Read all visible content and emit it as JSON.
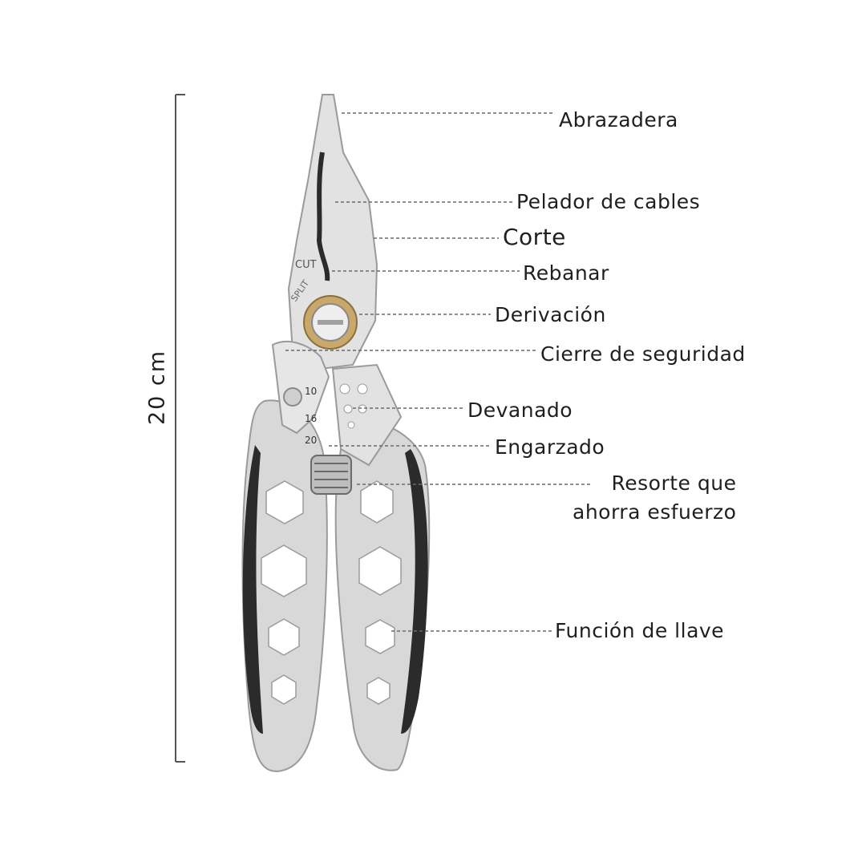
{
  "dimension": {
    "label": "20 cm"
  },
  "stamps": {
    "cut": "CUT",
    "split": "SPLIT",
    "gauges": [
      "10",
      "16",
      "20"
    ]
  },
  "callouts": [
    {
      "id": "abrazadera",
      "text": "Abrazadera"
    },
    {
      "id": "pelador",
      "text": "Pelador de cables"
    },
    {
      "id": "corte",
      "text": "Corte"
    },
    {
      "id": "rebanar",
      "text": "Rebanar"
    },
    {
      "id": "derivacion",
      "text": "Derivación"
    },
    {
      "id": "cierre",
      "text": "Cierre de seguridad"
    },
    {
      "id": "devanado",
      "text": "Devanado"
    },
    {
      "id": "engarzado",
      "text": "Engarzado"
    },
    {
      "id": "resorte",
      "text": "Resorte que\nahorra esfuerzo"
    },
    {
      "id": "llave",
      "text": "Función de llave"
    }
  ],
  "colors": {
    "steel": "#dcdcdc",
    "steel_dark": "#a9a9a9",
    "grip_black": "#2b2b2b",
    "grip_gray": "#d9d9d9",
    "brass": "#c9a86a",
    "text": "#1f1f1f"
  }
}
